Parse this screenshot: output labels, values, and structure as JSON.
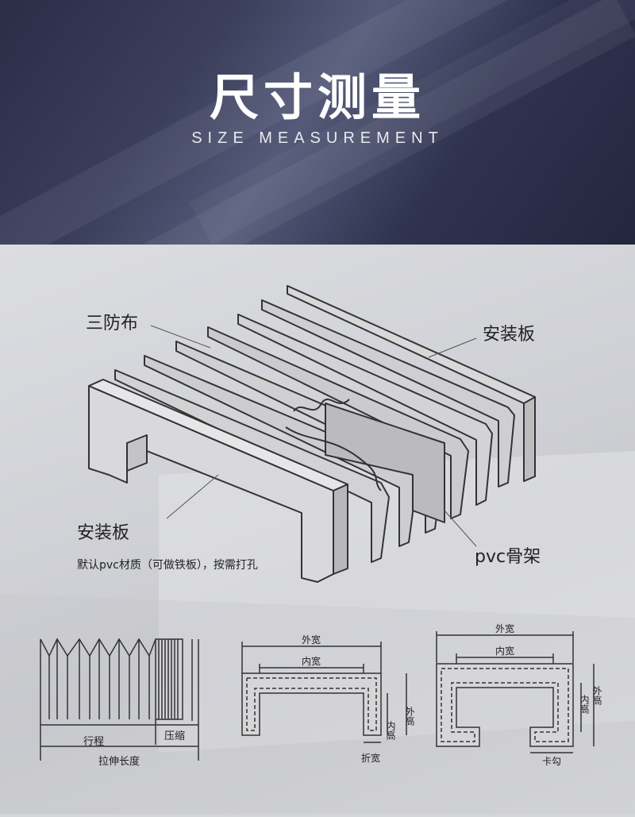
{
  "header": {
    "title": "尺寸测量",
    "subtitle": "SIZE MEASUREMENT"
  },
  "main_diagram": {
    "label_cloth": "三防布",
    "label_mount_top": "安装板",
    "label_mount_bottom": "安装板",
    "label_mount_note": "默认pvc材质（可做铁板），按需打孔",
    "label_frame": "pvc骨架"
  },
  "diagram_stroke": {
    "label_travel": "行程",
    "label_compressed": "压缩",
    "label_extended": "拉伸长度"
  },
  "diagram_u": {
    "label_outer_width": "外宽",
    "label_inner_width": "内宽",
    "label_inner_height": "内高",
    "label_outer_height": "外高",
    "label_fold_width": "折宽"
  },
  "diagram_hook": {
    "label_outer_width": "外宽",
    "label_inner_width": "内宽",
    "label_inner_height": "内高",
    "label_outer_height": "外高",
    "label_hook": "卡勾"
  }
}
